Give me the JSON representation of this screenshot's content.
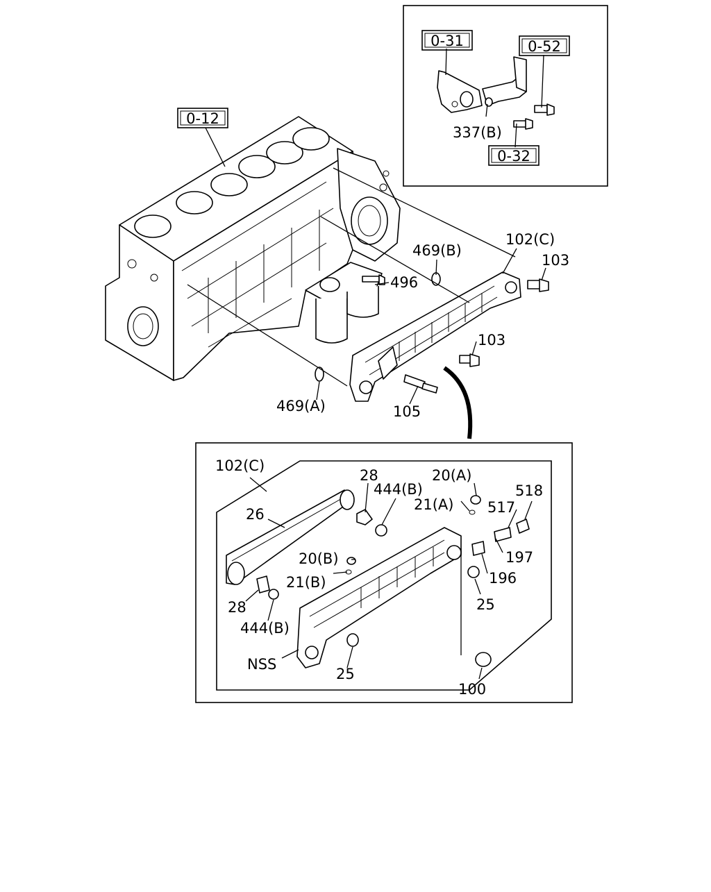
{
  "diagram": {
    "callouts": {
      "ref_031": "0-31",
      "ref_052": "0-52",
      "ref_032": "0-32",
      "ref_012": "0-12"
    },
    "labels": {
      "p337b": "337(B)",
      "p469b": "469(B)",
      "p102c_top": "102(C)",
      "p103_top": "103",
      "p496": "496",
      "p103_mid": "103",
      "p469a": "469(A)",
      "p105": "105",
      "p102c_detail": "102(C)",
      "p28_top": "28",
      "p20a": "20(A)",
      "p444b_top": "444(B)",
      "p518": "518",
      "p21a": "21(A)",
      "p517": "517",
      "p26": "26",
      "p20b": "20(B)",
      "p197": "197",
      "p21b": "21(B)",
      "p196": "196",
      "p25_right": "25",
      "p28_bottom": "28",
      "p444b_bottom": "444(B)",
      "pNSS": "NSS",
      "p25_bottom": "25",
      "p100": "100"
    }
  }
}
